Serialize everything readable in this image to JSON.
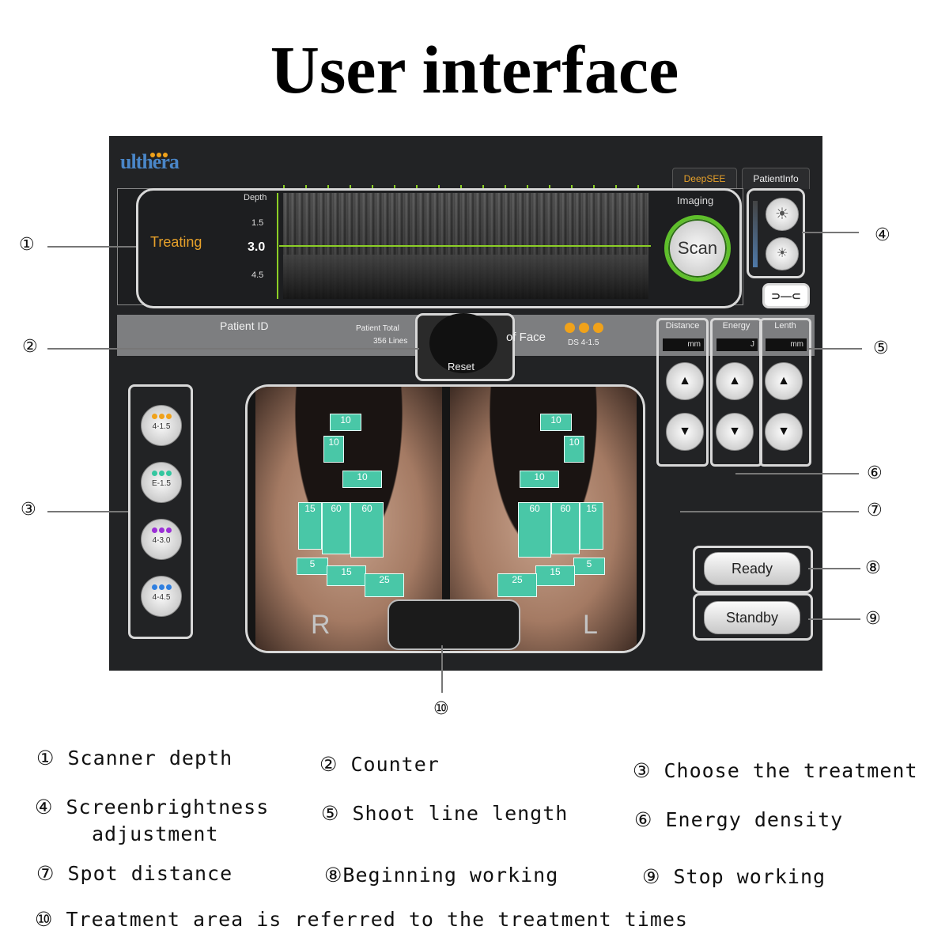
{
  "title": "User interface",
  "screen": {
    "logo": "ulthera",
    "tabs": [
      "DeepSEE",
      "PatientInfo"
    ],
    "treating": "Treating",
    "depth_label": "Depth",
    "depth_ticks": [
      "1.5",
      "3.0",
      "4.5"
    ],
    "imaging_label": "Imaging",
    "scan_label": "Scan",
    "patient_id": "Patient ID",
    "patient_total": "Patient  Total",
    "lines": "356 Lines",
    "reset": "Reset",
    "of_face": "of Face",
    "ds_label": "DS 4-1.5",
    "columns": [
      {
        "label": "Distance",
        "unit": "mm"
      },
      {
        "label": "Energy",
        "unit": "J"
      },
      {
        "label": "Lenth",
        "unit": "mm"
      }
    ],
    "transducers": [
      {
        "label": "4-1.5",
        "color": "#f0a21a"
      },
      {
        "label": "E-1.5",
        "color": "#34c7a0"
      },
      {
        "label": "4-3.0",
        "color": "#9b2fd6"
      },
      {
        "label": "4-4.5",
        "color": "#2f7fe0"
      }
    ],
    "face": {
      "right_label": "R",
      "left_label": "L",
      "eye_zones": [
        "10",
        "10",
        "10"
      ],
      "cheek_zones": [
        "15",
        "60",
        "60"
      ],
      "jaw_zones": [
        "5",
        "15",
        "25"
      ]
    },
    "ready": "Ready",
    "standby": "Standby"
  },
  "callouts": [
    "①",
    "②",
    "③",
    "④",
    "⑤",
    "⑥",
    "⑦",
    "⑧",
    "⑨",
    "⑩"
  ],
  "legend": {
    "l1": "① Scanner depth",
    "l2": "② Counter",
    "l3": "③ Choose the treatment",
    "l4a": "④ Screenbrightness",
    "l4b": "adjustment",
    "l5": "⑤ Shoot line length",
    "l6": "⑥ Energy density",
    "l7": "⑦ Spot distance",
    "l8": "⑧Beginning working",
    "l9": "⑨ Stop working",
    "l10": "⑩ Treatment area is referred to the treatment times"
  }
}
